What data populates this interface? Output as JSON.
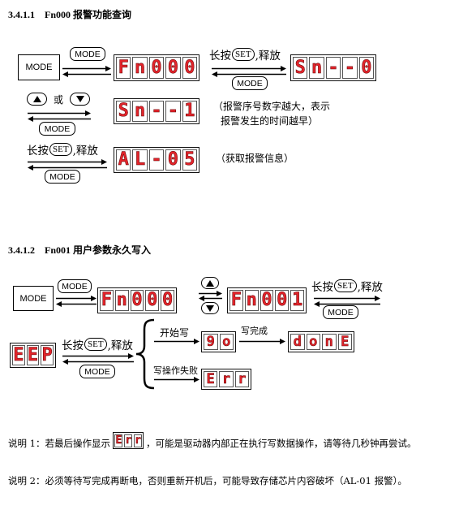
{
  "section1": {
    "number": "3.4.1.1",
    "title": "Fn000 报警功能查询",
    "displays": {
      "fn000": "Fn000",
      "sn_0": "Sn--0",
      "sn_1": "Sn--1",
      "al_05": "AL-05"
    },
    "alarm_order_note": [
      "（报警序号数字越大，表示",
      "报警发生的时间越早）"
    ],
    "alarm_info_note": "（获取报警信息）"
  },
  "section2": {
    "number": "3.4.1.2",
    "title": "Fn001 用户参数永久写入",
    "displays": {
      "fn000": "Fn000",
      "fn001": "Fn001",
      "eep": "EEP",
      "go": "9o",
      "done": "donE",
      "err": "Err"
    },
    "branches": {
      "start": "开始写",
      "complete": "写完成",
      "fail": "写操作失败"
    }
  },
  "keys": {
    "mode": "MODE",
    "set": "SET",
    "long_press_prefix": "长按",
    "long_press_suffix": ",释放",
    "or": "或"
  },
  "notes": {
    "note1_prefix": "说明 1：若最后操作显示",
    "note1_display": "Err",
    "note1_suffix": "，可能是驱动器内部正在执行写数据操作，请等待几秒钟再尝试。",
    "note2": "说明 2：必须等待写完成再断电，否则重新开机后，可能导致存储芯片内容破坏（AL-01 报警）。"
  },
  "icons": {
    "up_key": "up-triangle-key",
    "down_key": "down-triangle-key",
    "branch": "curly-brace"
  },
  "colors": {
    "segment": "#e3242b",
    "outline": "#000000"
  }
}
